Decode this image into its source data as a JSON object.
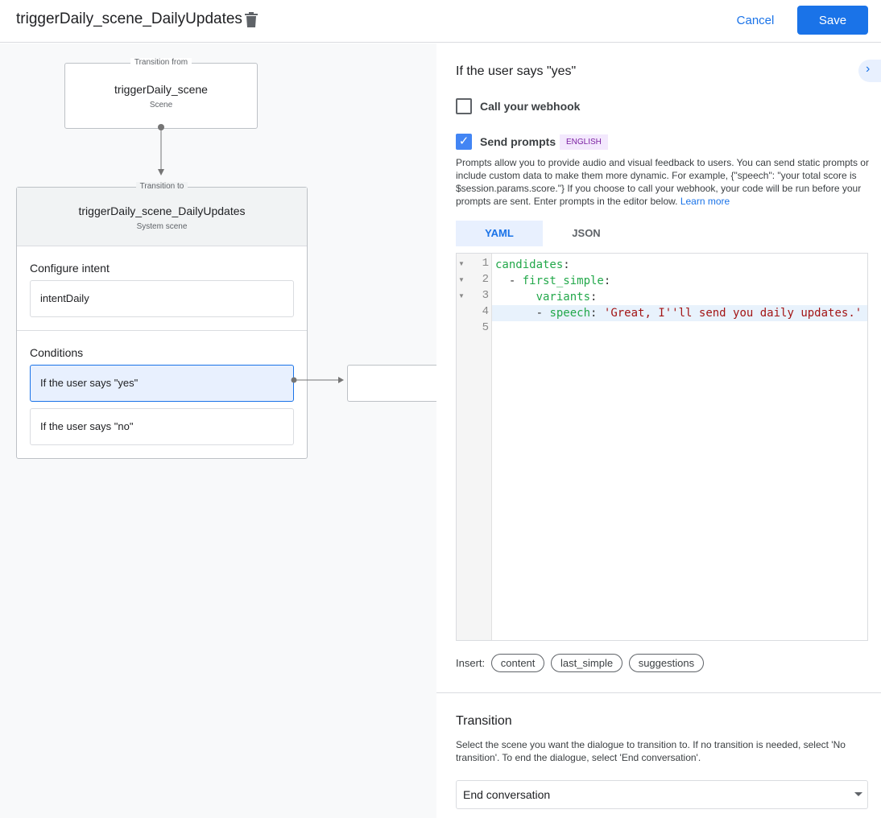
{
  "header": {
    "title": "triggerDaily_scene_DailyUpdates",
    "cancel": "Cancel",
    "save": "Save"
  },
  "canvas": {
    "from": {
      "legend": "Transition from",
      "name": "triggerDaily_scene",
      "type": "Scene"
    },
    "to": {
      "legend": "Transition to",
      "name": "triggerDaily_scene_DailyUpdates",
      "type": "System scene"
    },
    "configure_intent": "Configure intent",
    "intent": "intentDaily",
    "conditions": "Conditions",
    "cond_yes": "If the user says \"yes\"",
    "cond_no": "If the user says \"no\""
  },
  "panel": {
    "heading": "If the user says \"yes\"",
    "webhook": {
      "label": "Call your webhook",
      "checked": false
    },
    "prompts": {
      "label": "Send prompts",
      "checked": true,
      "badge": "ENGLISH"
    },
    "description": "Prompts allow you to provide audio and visual feedback to users. You can send static prompts or include custom data to make them more dynamic. For example, {\"speech\": \"your total score is $session.params.score.\"} If you choose to call your webhook, your code will be run before your prompts are sent. Enter prompts in the editor below.",
    "learn_more": "Learn more",
    "tabs": [
      {
        "label": "YAML",
        "active": true
      },
      {
        "label": "JSON",
        "active": false
      }
    ],
    "code": {
      "line_numbers": [
        "1",
        "2",
        "3",
        "4",
        "5"
      ],
      "l1k": "candidates",
      "l2d": "  - ",
      "l2k": "first_simple",
      "l3k": "variants",
      "l4d": "      - ",
      "l4k": "speech",
      "l4s": "'Great, I''ll send you daily updates.'",
      "colon": ":"
    },
    "insert_label": "Insert:",
    "insert_chips": [
      "content",
      "last_simple",
      "suggestions"
    ],
    "transition": {
      "title": "Transition",
      "description": "Select the scene you want the dialogue to transition to. If no transition is needed, select 'No transition'. To end the dialogue, select 'End conversation'.",
      "value": "End conversation"
    }
  }
}
